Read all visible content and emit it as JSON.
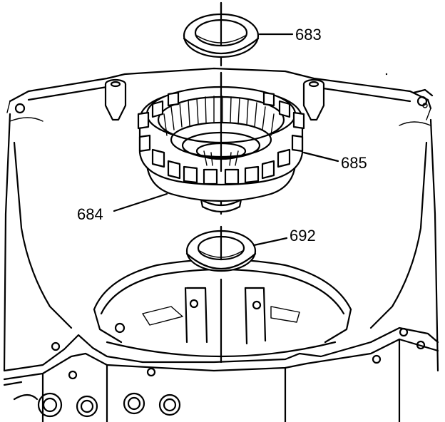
{
  "callouts": [
    {
      "id": "683",
      "label": "683"
    },
    {
      "id": "685",
      "label": "685"
    },
    {
      "id": "684",
      "label": "684"
    },
    {
      "id": "692",
      "label": "692"
    }
  ],
  "colors": {
    "ink": "#000000",
    "paper": "#ffffff"
  }
}
